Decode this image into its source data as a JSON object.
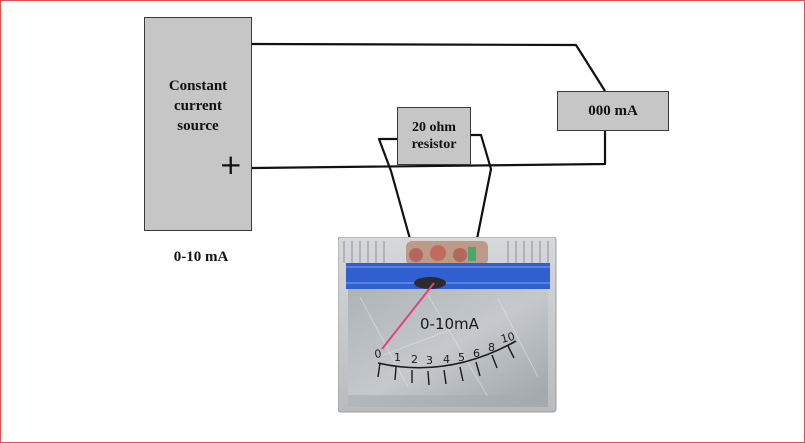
{
  "diagram": {
    "source": {
      "label_lines": [
        "Constant",
        "current",
        "source"
      ],
      "terminal": "+",
      "range": "0-10 mA"
    },
    "ammeter": {
      "label": "000 mA"
    },
    "resistor": {
      "label_lines": [
        "20 ohm",
        "resistor"
      ]
    },
    "meter": {
      "label": "0-10mA",
      "scale_labels": [
        "0",
        "1",
        "2",
        "3",
        "4",
        "5",
        "6",
        "8",
        "10"
      ]
    }
  },
  "colors": {
    "box_fill": "#c6c6c6",
    "wire": "#111111",
    "frame_border": "#d9534f",
    "meter_blue": "#2f5fd0",
    "needle": "#e0457a"
  }
}
